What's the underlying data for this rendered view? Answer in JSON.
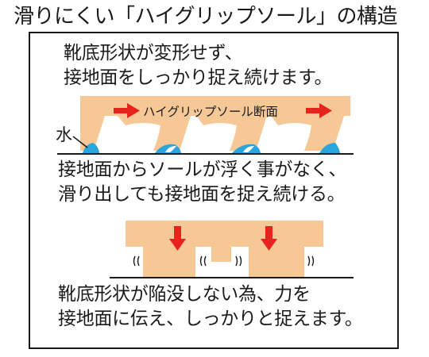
{
  "title": "滑りにくい「ハイグリップソール」の構造",
  "paragraph_1": {
    "line_1": "靴底形状が変形せず、",
    "line_2": "接地面をしっかり捉え続けます。"
  },
  "diagram_1": {
    "sole_label": "ハイグリップソール断面",
    "water_label": "水"
  },
  "paragraph_2": {
    "line_1": "接地面からソールが浮く事がなく、",
    "line_2": "滑り出しても接地面を捉え続ける。"
  },
  "paragraph_3": {
    "line_1": "靴底形状が陥没しない為、力を",
    "line_2": "接地面に伝え、しっかりと捉えます。"
  },
  "colors": {
    "sole": "#f5c896",
    "arrow": "#e8231d",
    "water": "#2aa6dc",
    "line": "#1a1a1a"
  }
}
